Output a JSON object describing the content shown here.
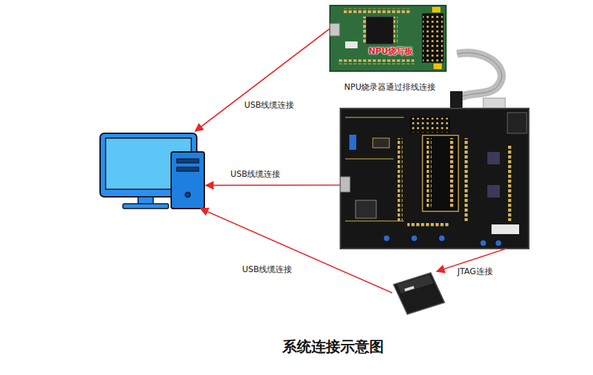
{
  "diagram": {
    "title": "系统连接示意图",
    "nodes": [
      {
        "text": []
      },
      {
        "text": [
          "NPU烧写板"
        ]
      },
      {
        "text": []
      },
      {
        "text": []
      }
    ],
    "edges": [
      {
        "from": 1,
        "to": 0,
        "arrow": "to",
        "label": "USB线缆连接"
      },
      {
        "from": 2,
        "to": 0,
        "arrow": "to",
        "label": "USB线缆连接"
      },
      {
        "from": 3,
        "to": 0,
        "arrow": "to",
        "label": "USB线缆连接"
      },
      {
        "from": 2,
        "to": 3,
        "arrow": "to",
        "label": "JTAG连接"
      }
    ],
    "labels": [
      "NPU烧录器通过排线连接"
    ]
  }
}
